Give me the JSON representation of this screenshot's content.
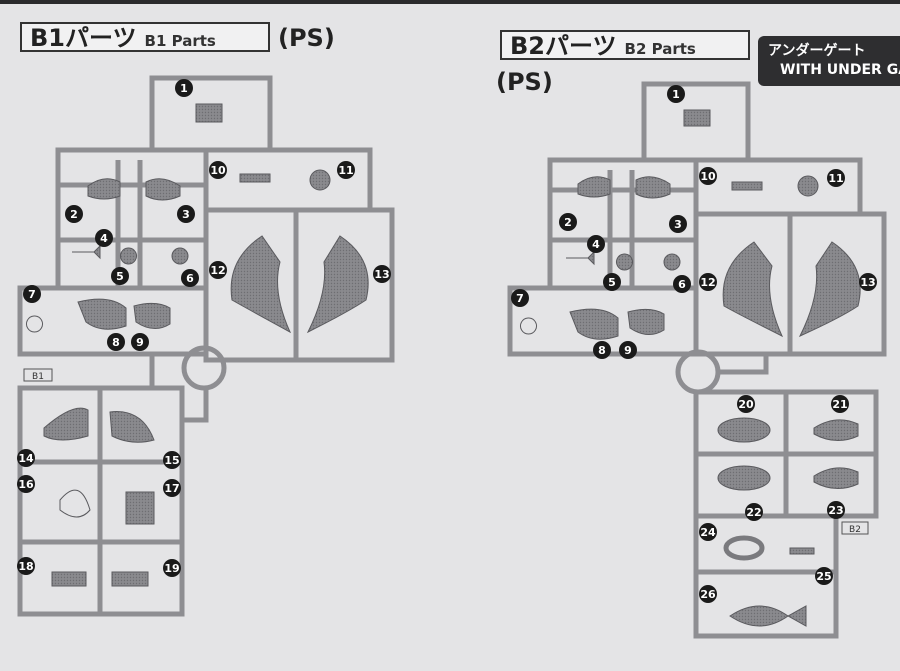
{
  "sheet_b1": {
    "title": "B1パーツ",
    "title_en": "B1 Parts",
    "material": "(PS)",
    "tag": "B1",
    "part_numbers": [
      "1",
      "2",
      "3",
      "4",
      "5",
      "6",
      "7",
      "8",
      "9",
      "10",
      "11",
      "12",
      "13",
      "14",
      "15",
      "16",
      "17",
      "18",
      "19"
    ]
  },
  "sheet_b2": {
    "title": "B2パーツ",
    "title_en": "B2 Parts",
    "material": "(PS)",
    "tag": "B2",
    "badge_line1": "アンダーゲート",
    "badge_line2": "WITH UNDER GA",
    "part_numbers": [
      "1",
      "2",
      "3",
      "4",
      "5",
      "6",
      "7",
      "8",
      "9",
      "10",
      "11",
      "12",
      "13",
      "20",
      "21",
      "22",
      "23",
      "24",
      "25",
      "26"
    ]
  },
  "colors": {
    "background": "#e4e4e6",
    "frame": "#8e8e92",
    "part_fill": "#7a7a7e",
    "label": "#1a1a1a"
  }
}
